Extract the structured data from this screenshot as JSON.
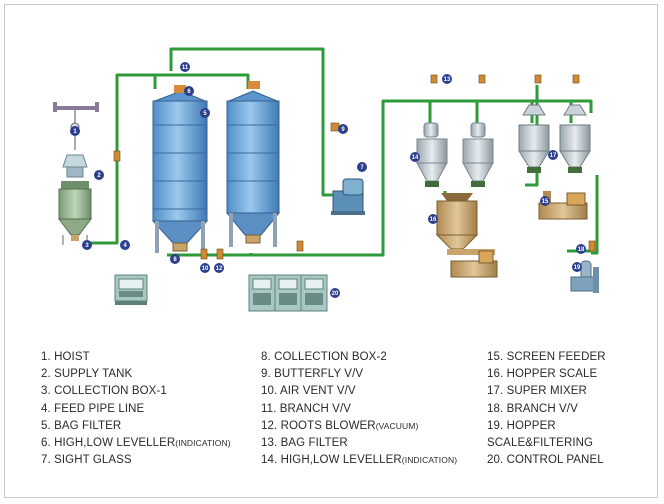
{
  "legend": [
    {
      "text": "1. HOIST",
      "note": ""
    },
    {
      "text": "2. SUPPLY TANK",
      "note": ""
    },
    {
      "text": "3. COLLECTION BOX-1",
      "note": ""
    },
    {
      "text": "4. FEED PIPE LINE",
      "note": ""
    },
    {
      "text": "5. BAG FILTER",
      "note": ""
    },
    {
      "text": "6. HIGH,LOW LEVELLER",
      "note": "(INDICATION)"
    },
    {
      "text": "7. SIGHT GLASS",
      "note": ""
    },
    {
      "text": "8. COLLECTION BOX-2",
      "note": ""
    },
    {
      "text": "9. BUTTERFLY V/V",
      "note": ""
    },
    {
      "text": "10. AIR VENT V/V",
      "note": ""
    },
    {
      "text": "11. BRANCH V/V",
      "note": ""
    },
    {
      "text": "12. ROOTS BLOWER",
      "note": "(VACUUM)"
    },
    {
      "text": "13. BAG FILTER",
      "note": ""
    },
    {
      "text": "14. HIGH,LOW LEVELLER",
      "note": "(INDICATION)"
    },
    {
      "text": "15. SCREEN FEEDER",
      "note": ""
    },
    {
      "text": "16. HOPPER SCALE",
      "note": ""
    },
    {
      "text": "17. SUPER MIXER",
      "note": ""
    },
    {
      "text": "18. BRANCH V/V",
      "note": ""
    },
    {
      "text": "19. HOPPER",
      "note": ""
    },
    {
      "text": "SCALE&FILTERING",
      "note": ""
    },
    {
      "text": "20. CONTROL PANEL",
      "note": ""
    }
  ],
  "markers": [
    "1",
    "2",
    "3",
    "4",
    "5",
    "6",
    "7",
    "8",
    "9",
    "10",
    "11",
    "12",
    "13",
    "14",
    "15",
    "16",
    "17",
    "18",
    "19",
    "20"
  ],
  "colors": {
    "pipe": "#2f9a3a",
    "silo": "#6fa8d8",
    "marker": "#2c3f8c",
    "equipment": "#c9a46a",
    "panel": "#a8c8c4"
  }
}
